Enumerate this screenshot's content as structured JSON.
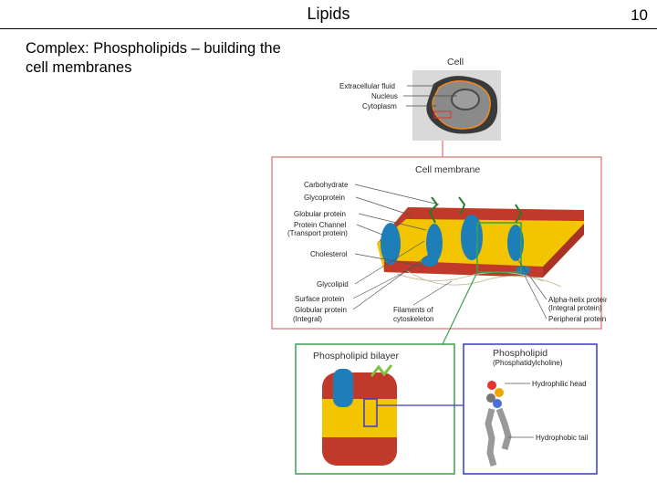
{
  "slide": {
    "title": "Lipids",
    "page_number": "10",
    "subtitle": "Complex: Phospholipids – building the cell membranes"
  },
  "figure": {
    "cell": {
      "heading": "Cell",
      "labels": [
        "Extracellular fluid",
        "Nucleus",
        "Cytoplasm"
      ]
    },
    "membrane": {
      "heading": "Cell membrane",
      "left_labels": [
        "Carbohydrate",
        "Glycoprotein",
        "Globular protein",
        "Protein Channel",
        "(Transport protein)",
        "Cholesterol",
        "Glycolipid",
        "Surface protein",
        "Globular protein",
        "(Integral)"
      ],
      "bottom_label_1": "Filaments of",
      "bottom_label_2": "cytoskeleton",
      "right_labels": [
        "Alpha-helix protein",
        "(Integral protein)",
        "Peripheral protein"
      ]
    },
    "bilayer": {
      "heading": "Phospholipid bilayer"
    },
    "phospholipid": {
      "heading": "Phospholipid",
      "subheading": "(Phosphatidylcholine)",
      "head_label": "Hydrophilic head",
      "tail_label": "Hydrophobic tail"
    }
  }
}
